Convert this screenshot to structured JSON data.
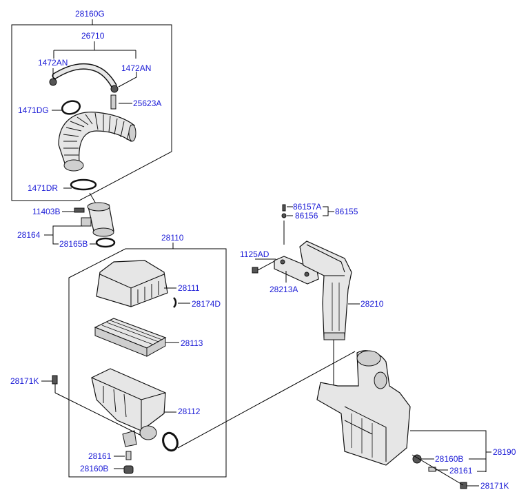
{
  "labels": {
    "p28160G": "28160G",
    "p26710": "26710",
    "p1472AN_left": "1472AN",
    "p1472AN_right": "1472AN",
    "p1471DG": "1471DG",
    "p25623A": "25623A",
    "p1471DR": "1471DR",
    "p11403B": "11403B",
    "p28164": "28164",
    "p28165B": "28165B",
    "p28110": "28110",
    "p28111": "28111",
    "p28174D": "28174D",
    "p28113": "28113",
    "p28171K_left": "28171K",
    "p28112": "28112",
    "p28161_left": "28161",
    "p28160B_left": "28160B",
    "p86157A": "86157A",
    "p86156": "86156",
    "p86155": "86155",
    "p1125AD": "1125AD",
    "p28213A": "28213A",
    "p28210": "28210",
    "p28160B_right": "28160B",
    "p28190": "28190",
    "p28161_right": "28161",
    "p28171K_right": "28171K"
  },
  "colors": {
    "label": "#1a1ad6",
    "line": "#000000"
  }
}
